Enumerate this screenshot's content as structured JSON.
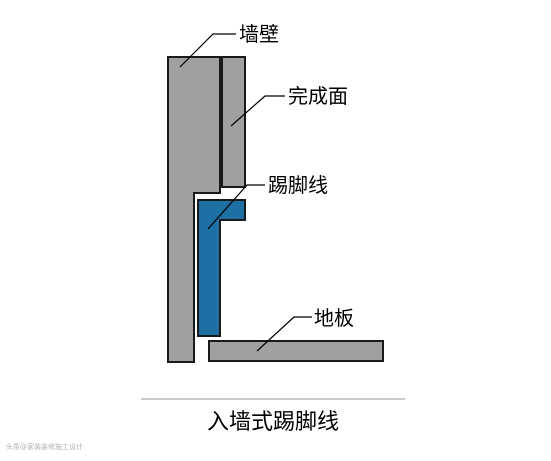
{
  "labels": {
    "wall": "墙壁",
    "finish_surface": "完成面",
    "baseboard": "踢脚线",
    "floor": "地板"
  },
  "caption": "入墙式踢脚线",
  "watermark": "头条@家装装修施工设计",
  "colors": {
    "material_fill": "#a0a0a0",
    "outline": "#1a1a1a",
    "baseboard_fill": "#1e6fa3",
    "leader_line": "#000000",
    "caption_rule": "#999999"
  }
}
